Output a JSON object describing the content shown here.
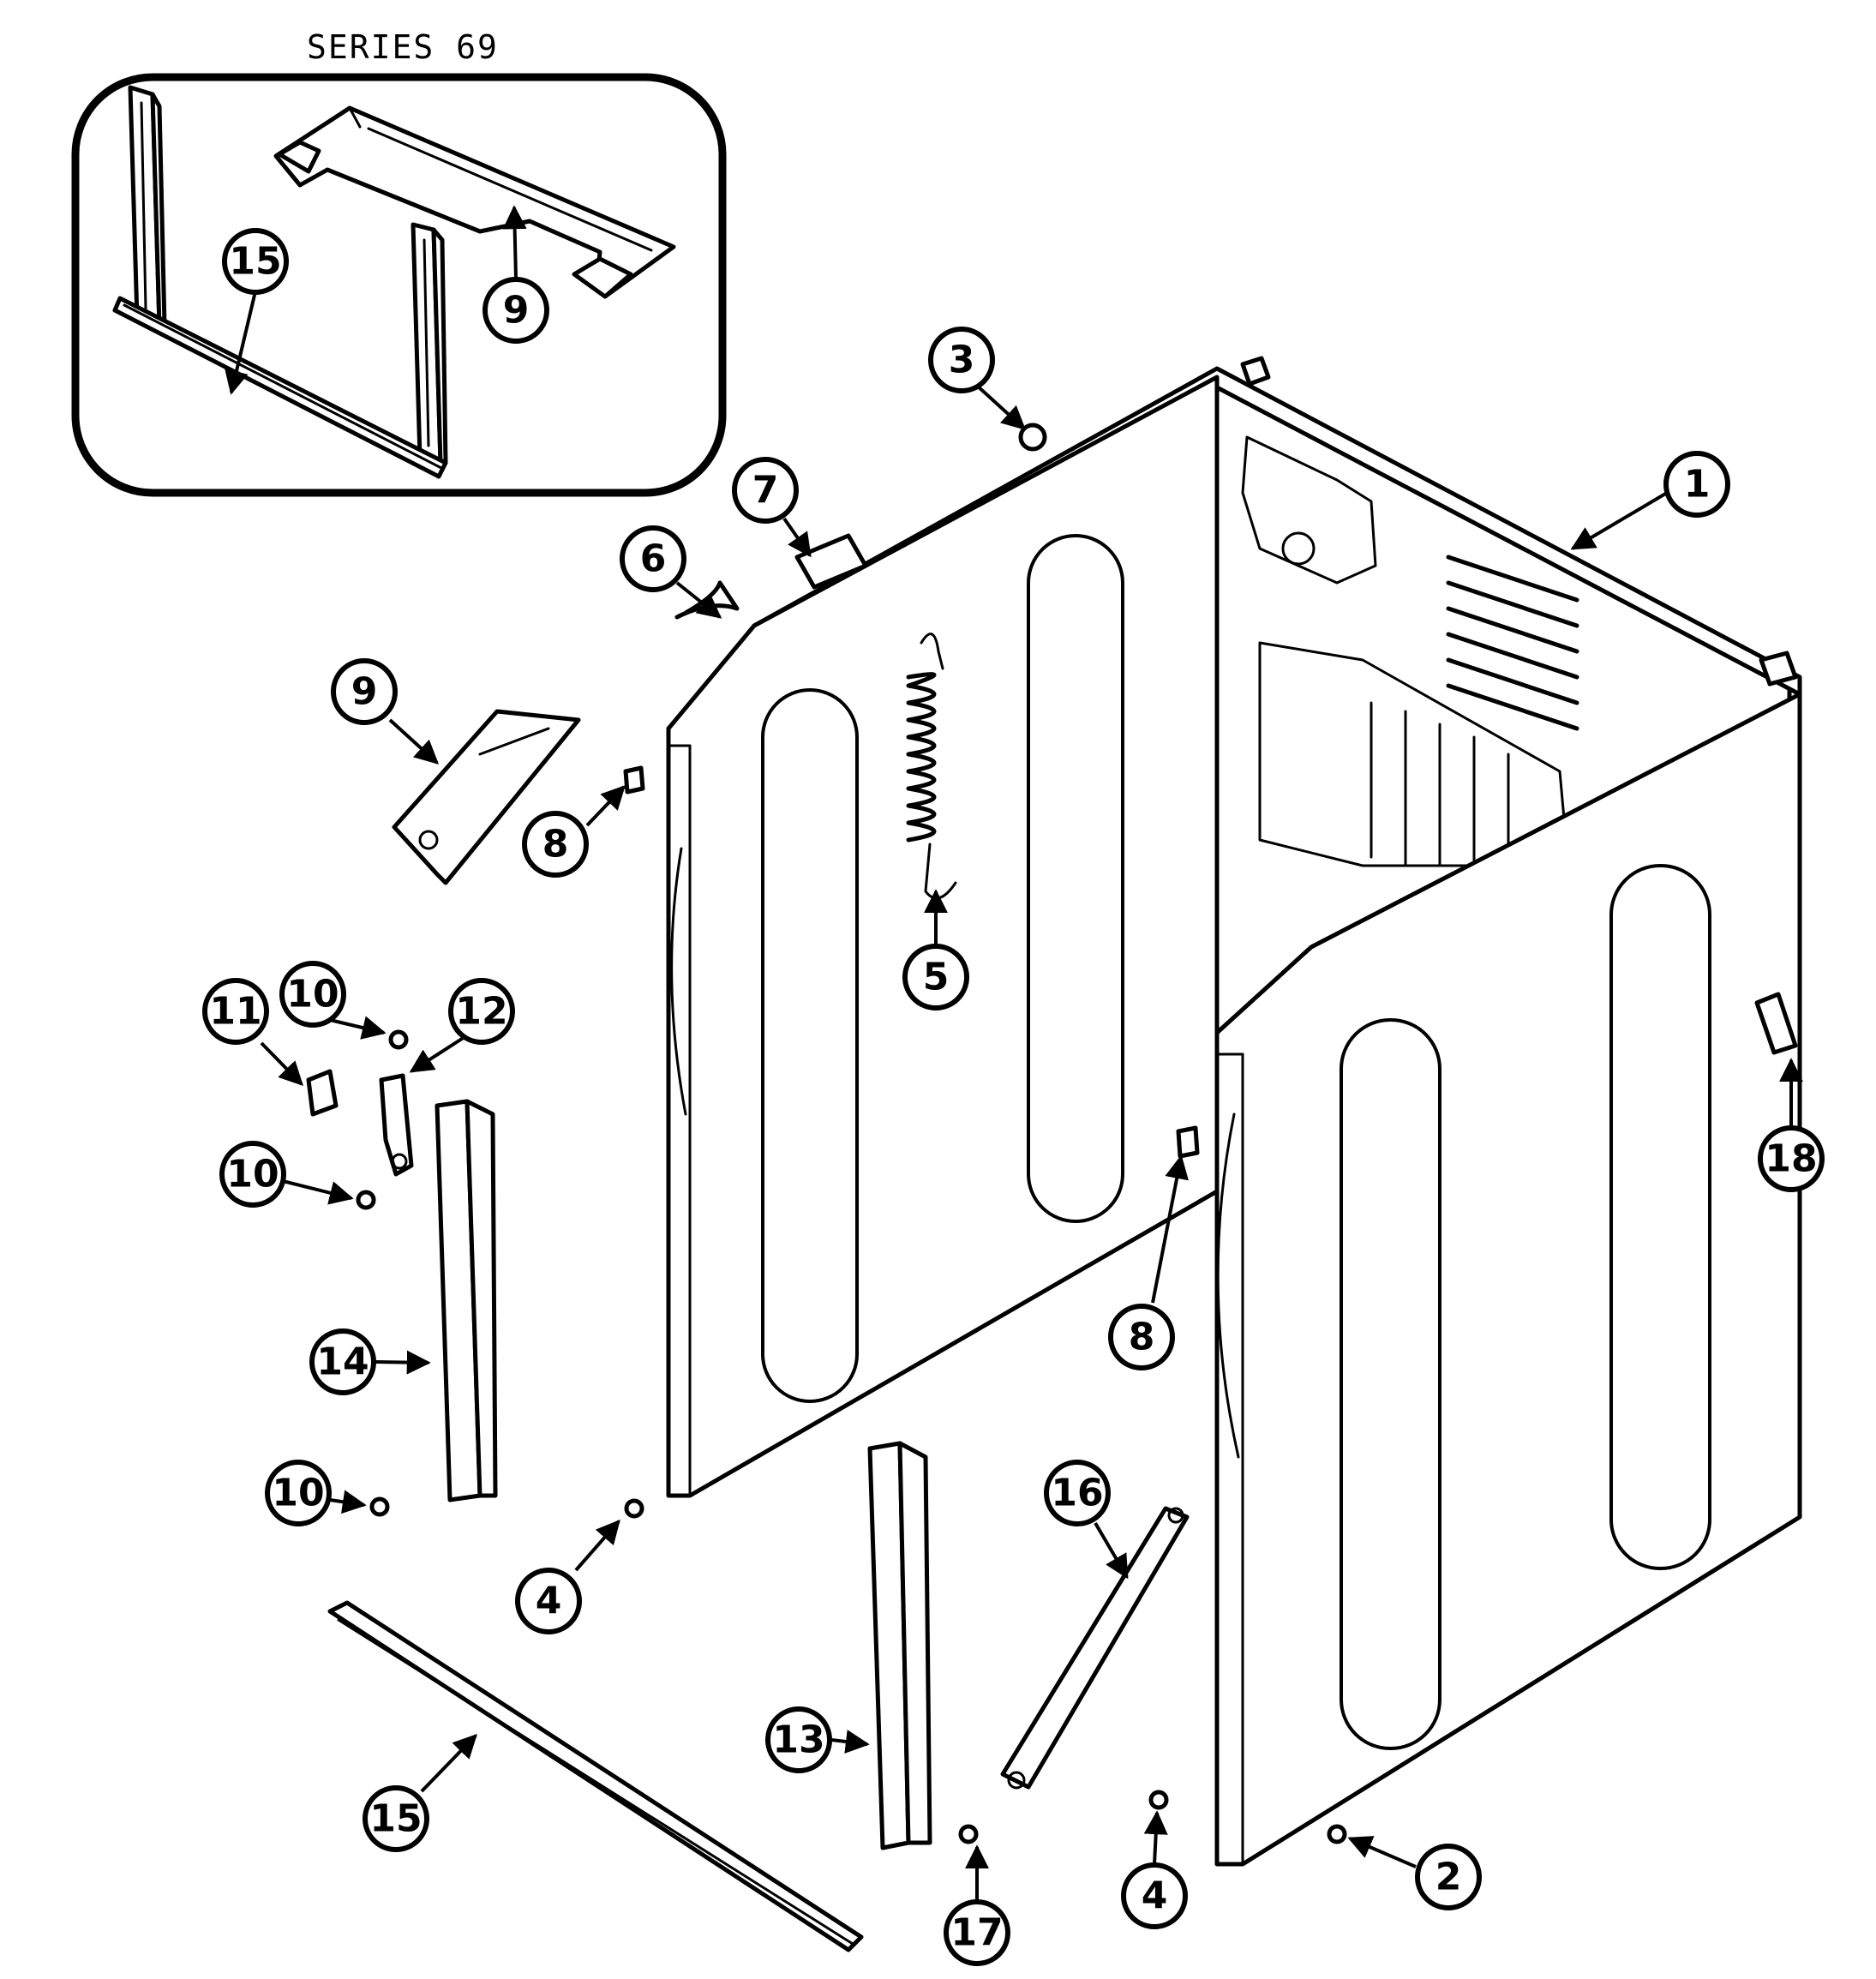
{
  "inset": {
    "title": "SERIES 69"
  },
  "callouts": [
    "1",
    "2",
    "3",
    "4",
    "4",
    "5",
    "6",
    "7",
    "8",
    "8",
    "9",
    "9",
    "10",
    "10",
    "10",
    "11",
    "12",
    "13",
    "14",
    "15",
    "15",
    "16",
    "17",
    "18"
  ]
}
